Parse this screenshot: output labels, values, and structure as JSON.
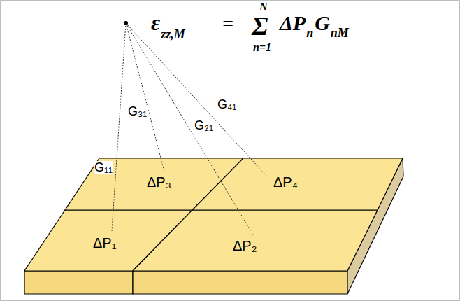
{
  "diagram": {
    "nodes": [
      {
        "text": [
          "ΔP₁"
        ]
      },
      {
        "text": [
          "ΔP₂"
        ]
      },
      {
        "text": [
          "ΔP₃"
        ]
      },
      {
        "text": [
          "ΔP₄"
        ]
      }
    ],
    "labels": [
      "ε",
      "zz,M",
      "=",
      "N",
      "Σ",
      "n=1",
      "ΔP",
      "n",
      "G",
      "nM",
      "G₁₁",
      "G₃₁",
      "G₂₁",
      "G₄₁"
    ]
  }
}
